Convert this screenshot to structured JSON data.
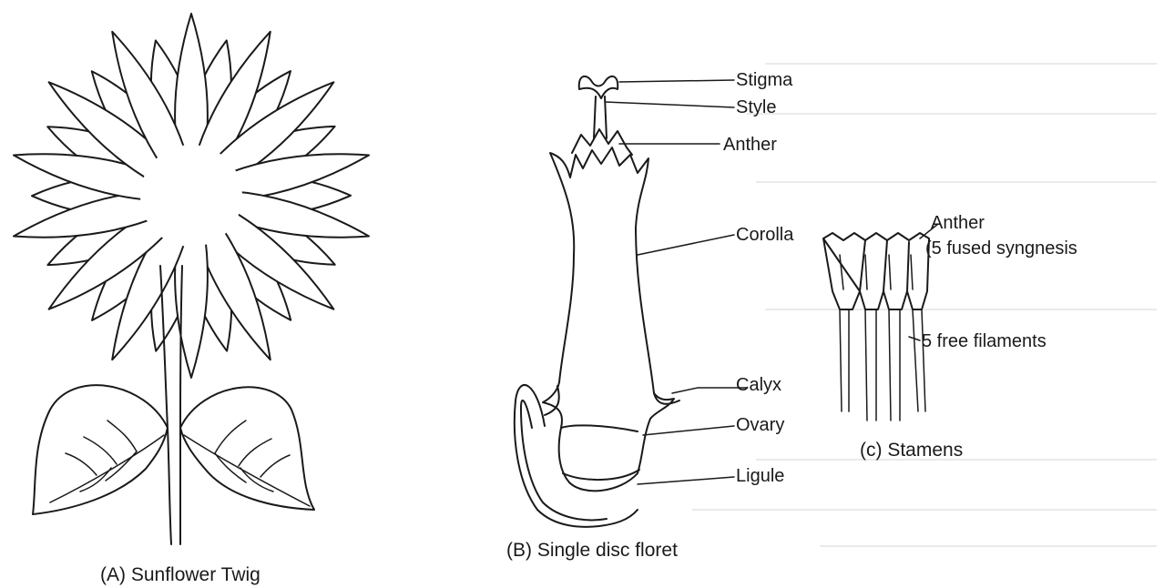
{
  "figure_a": {
    "caption": "(A) Sunflower Twig"
  },
  "figure_b": {
    "caption": "(B) Single disc floret",
    "labels": {
      "stigma": "Stigma",
      "style": "Style",
      "anther": "Anther",
      "corolla": "Corolla",
      "calyx": "Calyx",
      "ovary": "Ovary",
      "ligule": "Ligule"
    }
  },
  "figure_c": {
    "caption": "(c) Stamens",
    "labels": {
      "anther": "Anther",
      "anther_note": "(5 fused syngnesis",
      "filaments": "5 free filaments"
    }
  }
}
